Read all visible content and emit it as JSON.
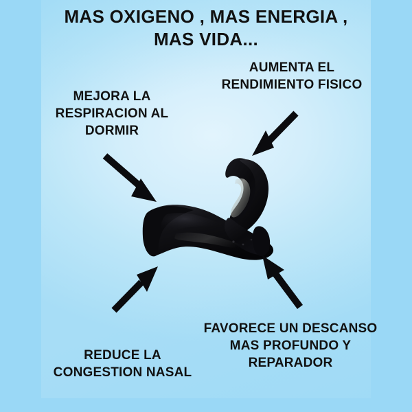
{
  "poster": {
    "headline": "MAS OXIGENO , MAS ENERGIA ,\nMAS VIDA...",
    "background_color_outer": "#9ad8f6",
    "background_color_inner_light": "#e2f4fd",
    "text_color": "#111111",
    "product_color": "#0d0d10"
  },
  "callouts": [
    {
      "key": "rendimiento",
      "text": "AUMENTA EL\nRENDIMIENTO FISICO",
      "arrow": "arrow-down-left-icon",
      "position": "top-right"
    },
    {
      "key": "respiracion",
      "text": "MEJORA LA\nRESPIRACION AL\nDORMIR",
      "arrow": "arrow-down-right-icon",
      "position": "top-left"
    },
    {
      "key": "descanso",
      "text": "FAVORECE UN DESCANSO\nMAS PROFUNDO Y\nREPARADOR",
      "arrow": "arrow-up-left-icon",
      "position": "bottom-right"
    },
    {
      "key": "congestion",
      "text": "REDUCE LA\nCONGESTION NASAL",
      "arrow": "arrow-up-right-icon",
      "position": "bottom-left"
    }
  ],
  "product": {
    "name": "anti-snoring-mouthpiece",
    "color": "#0d0d10"
  }
}
